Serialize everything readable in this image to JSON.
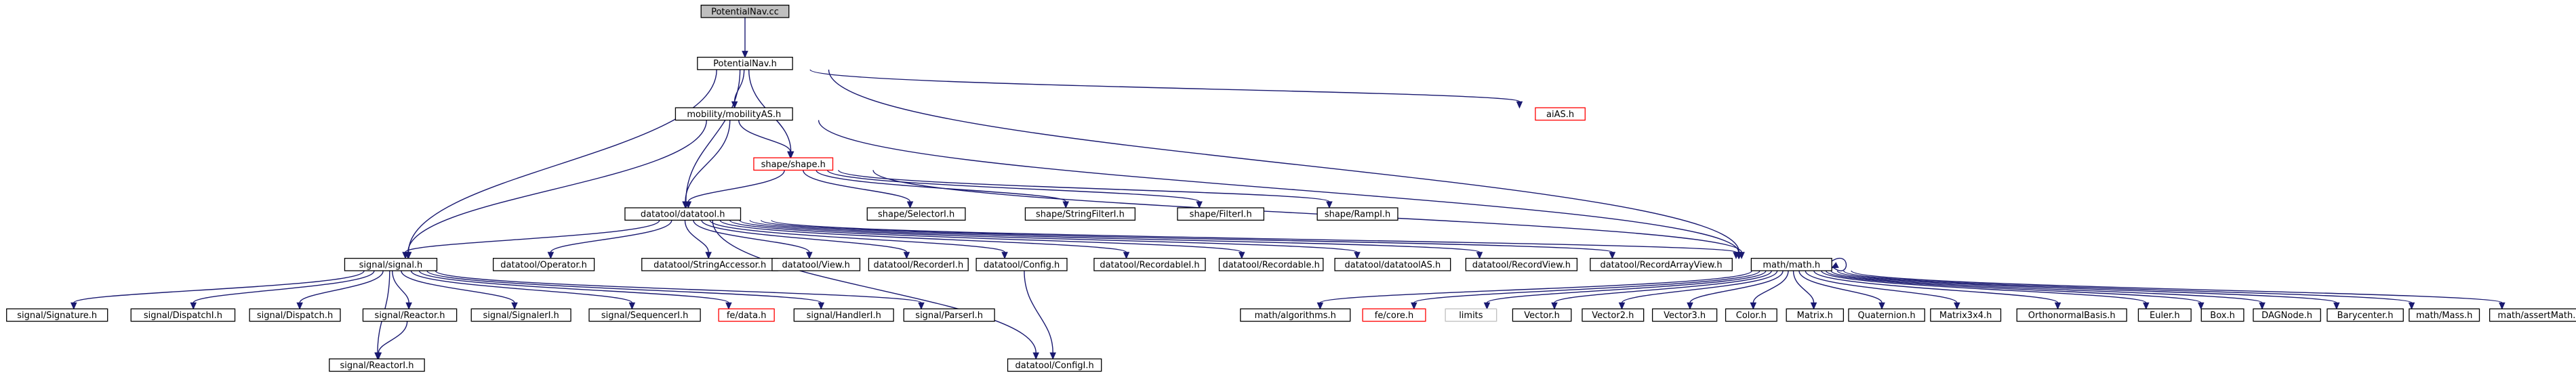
{
  "diagram": {
    "colors": {
      "edge": "#191970",
      "node_border": "#000000",
      "missing_border": "#ff0000",
      "system_border": "#bfbfbf",
      "root_fill": "#bfbfbf"
    },
    "nodes": [
      {
        "id": "root",
        "label": "PotentialNav.cc",
        "kind": "root"
      },
      {
        "id": "pnav_h",
        "label": "PotentialNav.h",
        "kind": "normal"
      },
      {
        "id": "mobility",
        "label": "mobility/mobilityAS.h",
        "kind": "normal"
      },
      {
        "id": "ai",
        "label": "aiAS.h",
        "kind": "missing"
      },
      {
        "id": "shape",
        "label": "shape/shape.h",
        "kind": "missing"
      },
      {
        "id": "datatool",
        "label": "datatool/datatool.h",
        "kind": "normal"
      },
      {
        "id": "selectori",
        "label": "shape/SelectorI.h",
        "kind": "normal"
      },
      {
        "id": "stringfilteri",
        "label": "shape/StringFilterI.h",
        "kind": "normal"
      },
      {
        "id": "filteri",
        "label": "shape/FilterI.h",
        "kind": "normal"
      },
      {
        "id": "rampi",
        "label": "shape/RampI.h",
        "kind": "normal"
      },
      {
        "id": "signal",
        "label": "signal/signal.h",
        "kind": "normal"
      },
      {
        "id": "operator",
        "label": "datatool/Operator.h",
        "kind": "normal"
      },
      {
        "id": "stringaccessor",
        "label": "datatool/StringAccessor.h",
        "kind": "normal"
      },
      {
        "id": "view",
        "label": "datatool/View.h",
        "kind": "normal"
      },
      {
        "id": "recorderi",
        "label": "datatool/RecorderI.h",
        "kind": "normal"
      },
      {
        "id": "config",
        "label": "datatool/Config.h",
        "kind": "normal"
      },
      {
        "id": "recordablei",
        "label": "datatool/RecordableI.h",
        "kind": "normal"
      },
      {
        "id": "recordable",
        "label": "datatool/Recordable.h",
        "kind": "normal"
      },
      {
        "id": "datatoolas",
        "label": "datatool/datatoolAS.h",
        "kind": "normal"
      },
      {
        "id": "recordview",
        "label": "datatool/RecordView.h",
        "kind": "normal"
      },
      {
        "id": "recordarrayview",
        "label": "datatool/RecordArrayView.h",
        "kind": "normal"
      },
      {
        "id": "math",
        "label": "math/math.h",
        "kind": "normal"
      },
      {
        "id": "signature",
        "label": "signal/Signature.h",
        "kind": "normal"
      },
      {
        "id": "dispatchi",
        "label": "signal/DispatchI.h",
        "kind": "normal"
      },
      {
        "id": "dispatch",
        "label": "signal/Dispatch.h",
        "kind": "normal"
      },
      {
        "id": "reactor",
        "label": "signal/Reactor.h",
        "kind": "normal"
      },
      {
        "id": "signaleri",
        "label": "signal/SignalerI.h",
        "kind": "normal"
      },
      {
        "id": "sequenceri",
        "label": "signal/SequencerI.h",
        "kind": "normal"
      },
      {
        "id": "fedata",
        "label": "fe/data.h",
        "kind": "missing"
      },
      {
        "id": "handleri",
        "label": "signal/HandlerI.h",
        "kind": "normal"
      },
      {
        "id": "parseri",
        "label": "signal/ParserI.h",
        "kind": "normal"
      },
      {
        "id": "reactori",
        "label": "signal/ReactorI.h",
        "kind": "normal"
      },
      {
        "id": "configi",
        "label": "datatool/ConfigI.h",
        "kind": "normal"
      },
      {
        "id": "algorithms",
        "label": "math/algorithms.h",
        "kind": "normal"
      },
      {
        "id": "fecore",
        "label": "fe/core.h",
        "kind": "missing"
      },
      {
        "id": "limits",
        "label": "limits",
        "kind": "system"
      },
      {
        "id": "vector",
        "label": "Vector.h",
        "kind": "normal"
      },
      {
        "id": "vector2",
        "label": "Vector2.h",
        "kind": "normal"
      },
      {
        "id": "vector3",
        "label": "Vector3.h",
        "kind": "normal"
      },
      {
        "id": "color",
        "label": "Color.h",
        "kind": "normal"
      },
      {
        "id": "matrix",
        "label": "Matrix.h",
        "kind": "normal"
      },
      {
        "id": "quaternion",
        "label": "Quaternion.h",
        "kind": "normal"
      },
      {
        "id": "matrix3x4",
        "label": "Matrix3x4.h",
        "kind": "normal"
      },
      {
        "id": "orthonormal",
        "label": "OrthonormalBasis.h",
        "kind": "normal"
      },
      {
        "id": "euler",
        "label": "Euler.h",
        "kind": "normal"
      },
      {
        "id": "box",
        "label": "Box.h",
        "kind": "normal"
      },
      {
        "id": "dagnode",
        "label": "DAGNode.h",
        "kind": "normal"
      },
      {
        "id": "barycenter",
        "label": "Barycenter.h",
        "kind": "normal"
      },
      {
        "id": "mass",
        "label": "math/Mass.h",
        "kind": "normal"
      },
      {
        "id": "assertmath",
        "label": "math/assertMath.h",
        "kind": "normal"
      }
    ],
    "edges": [
      [
        "root",
        "pnav_h"
      ],
      [
        "pnav_h",
        "mobility"
      ],
      [
        "pnav_h",
        "ai"
      ],
      [
        "pnav_h",
        "shape"
      ],
      [
        "pnav_h",
        "datatool"
      ],
      [
        "pnav_h",
        "signal"
      ],
      [
        "pnav_h",
        "math"
      ],
      [
        "mobility",
        "shape"
      ],
      [
        "mobility",
        "datatool"
      ],
      [
        "mobility",
        "signal"
      ],
      [
        "mobility",
        "math"
      ],
      [
        "shape",
        "datatool"
      ],
      [
        "shape",
        "selectori"
      ],
      [
        "shape",
        "stringfilteri"
      ],
      [
        "shape",
        "filteri"
      ],
      [
        "shape",
        "rampi"
      ],
      [
        "shape",
        "math"
      ],
      [
        "datatool",
        "signal"
      ],
      [
        "datatool",
        "operator"
      ],
      [
        "datatool",
        "stringaccessor"
      ],
      [
        "datatool",
        "view"
      ],
      [
        "datatool",
        "recorderi"
      ],
      [
        "datatool",
        "config"
      ],
      [
        "datatool",
        "configi"
      ],
      [
        "datatool",
        "recordablei"
      ],
      [
        "datatool",
        "recordable"
      ],
      [
        "datatool",
        "datatoolas"
      ],
      [
        "datatool",
        "recordview"
      ],
      [
        "datatool",
        "recordarrayview"
      ],
      [
        "datatool",
        "math"
      ],
      [
        "config",
        "configi"
      ],
      [
        "signal",
        "signature"
      ],
      [
        "signal",
        "dispatchi"
      ],
      [
        "signal",
        "dispatch"
      ],
      [
        "signal",
        "reactor"
      ],
      [
        "signal",
        "signaleri"
      ],
      [
        "signal",
        "sequenceri"
      ],
      [
        "signal",
        "fedata"
      ],
      [
        "signal",
        "handleri"
      ],
      [
        "signal",
        "parseri"
      ],
      [
        "signal",
        "reactori"
      ],
      [
        "reactor",
        "reactori"
      ],
      [
        "math",
        "math"
      ],
      [
        "math",
        "algorithms"
      ],
      [
        "math",
        "fecore"
      ],
      [
        "math",
        "limits"
      ],
      [
        "math",
        "vector"
      ],
      [
        "math",
        "vector2"
      ],
      [
        "math",
        "vector3"
      ],
      [
        "math",
        "color"
      ],
      [
        "math",
        "matrix"
      ],
      [
        "math",
        "quaternion"
      ],
      [
        "math",
        "matrix3x4"
      ],
      [
        "math",
        "orthonormal"
      ],
      [
        "math",
        "euler"
      ],
      [
        "math",
        "box"
      ],
      [
        "math",
        "dagnode"
      ],
      [
        "math",
        "barycenter"
      ],
      [
        "math",
        "mass"
      ],
      [
        "math",
        "assertmath"
      ]
    ]
  }
}
